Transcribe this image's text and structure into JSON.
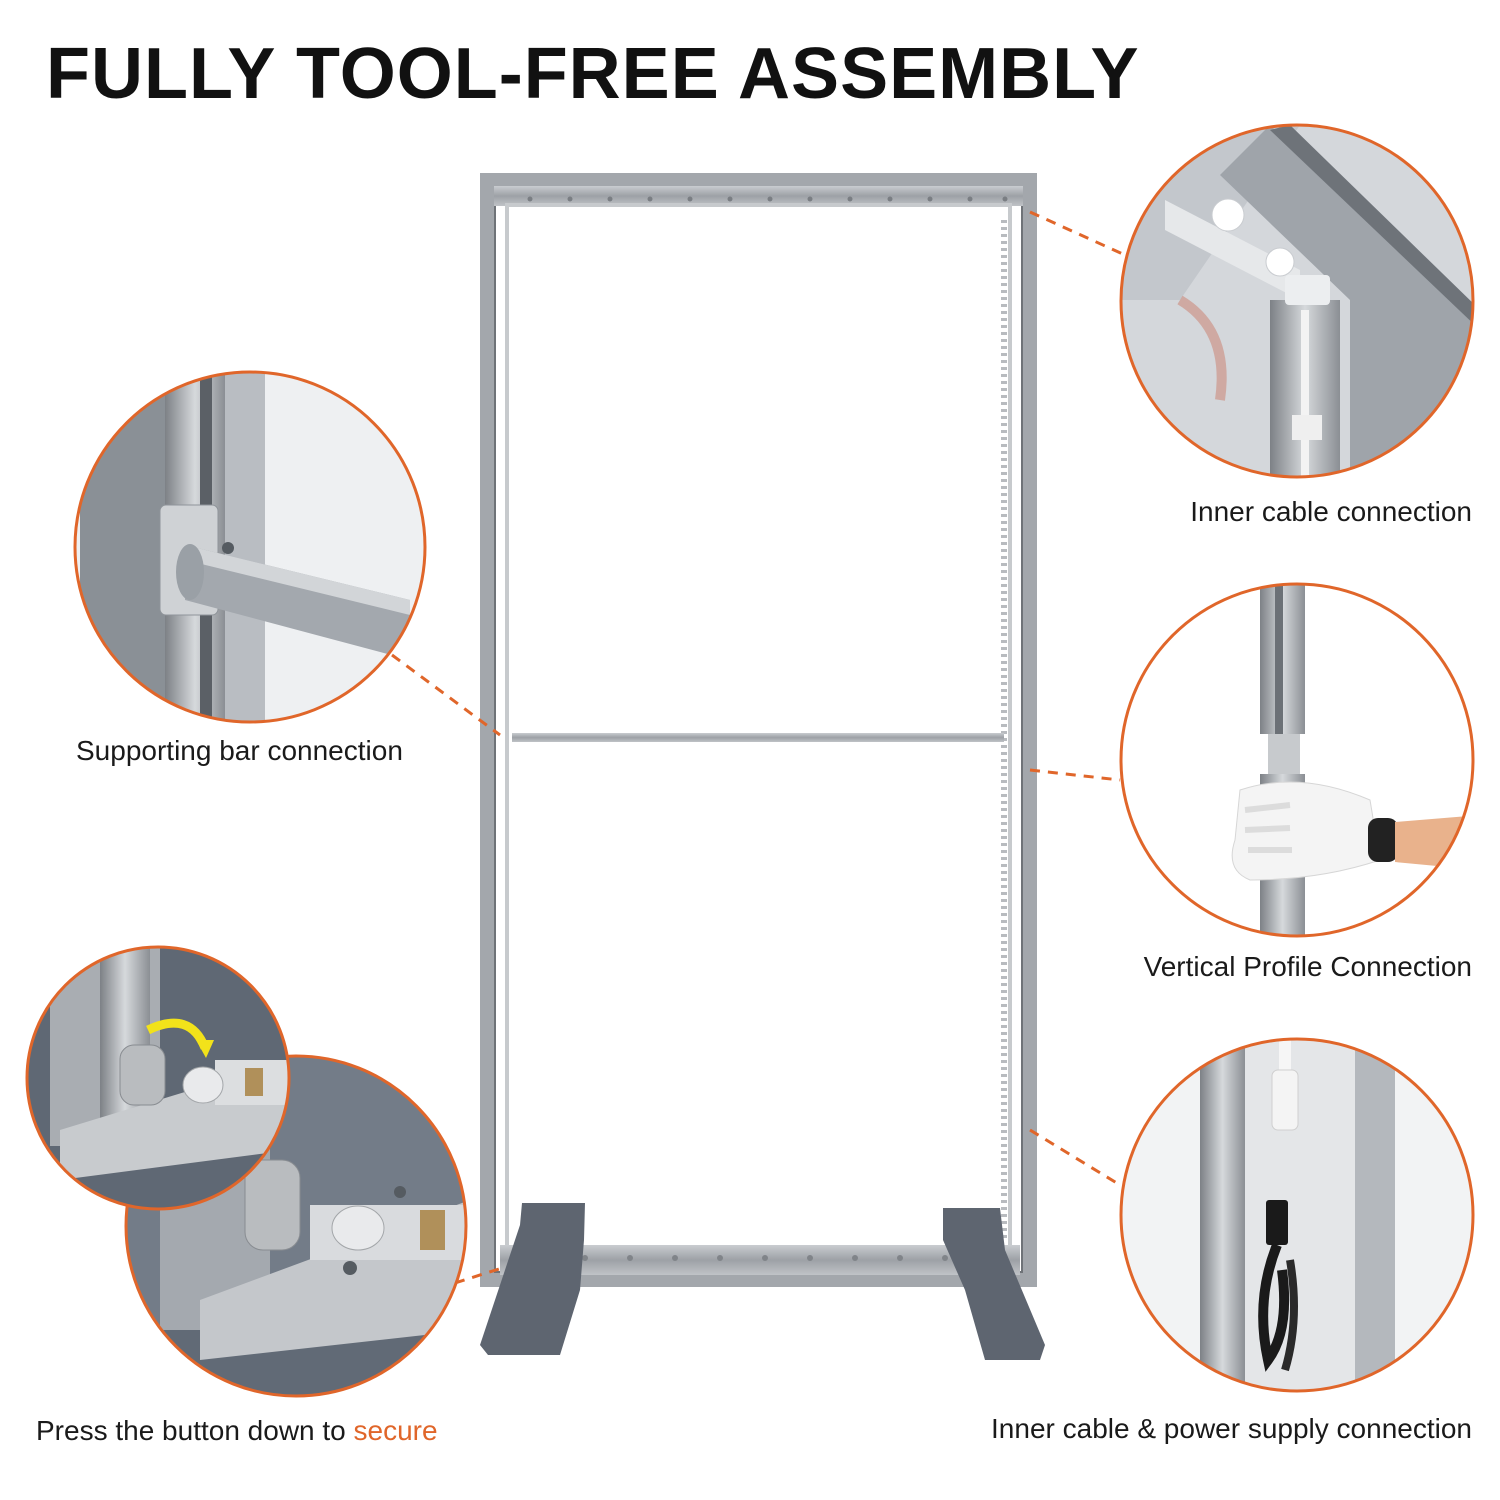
{
  "title": "FULLY TOOL-FREE ASSEMBLY",
  "captions": {
    "supporting_bar": "Supporting bar connection",
    "press_button_prefix": "Press the button down to ",
    "press_button_accent": "secure",
    "inner_cable": "Inner cable connection",
    "vertical_profile": "Vertical Profile Connection",
    "inner_cable_power": "Inner cable & power supply connection"
  },
  "colors": {
    "accent": "#e0662a",
    "frame": "#9ea3a8",
    "foot": "#5f6670"
  }
}
